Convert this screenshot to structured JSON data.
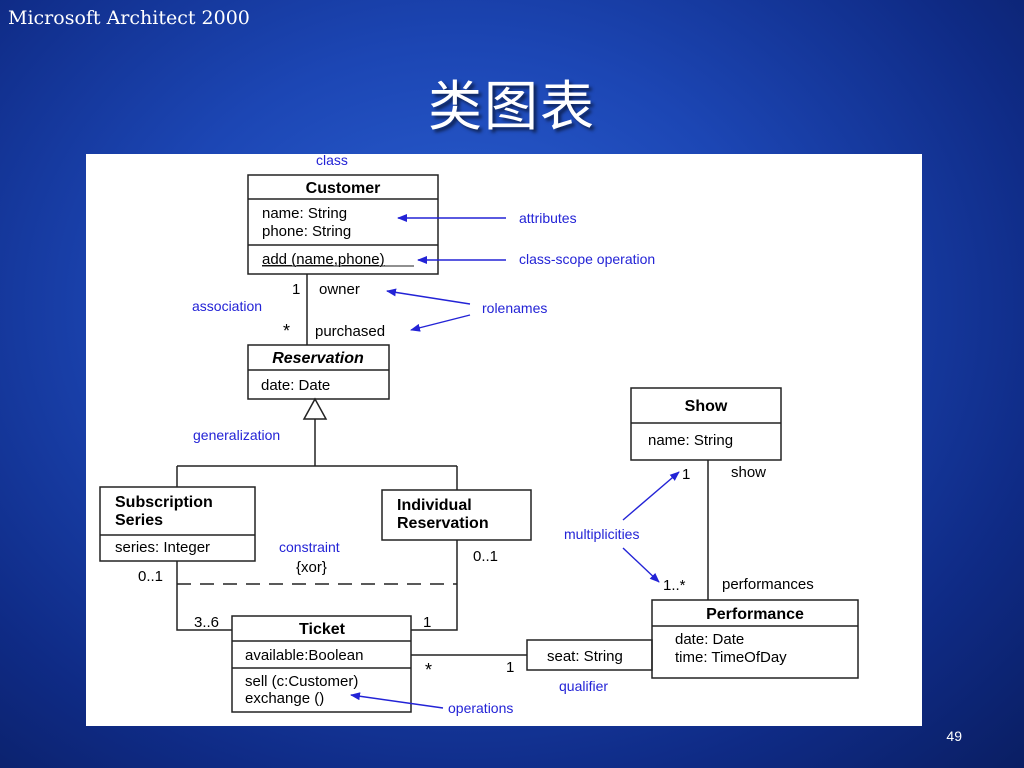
{
  "slide": {
    "header": "Microsoft Architect 2000",
    "title": "类图表",
    "page_number": "49"
  },
  "diagram": {
    "classes": {
      "customer": {
        "name": "Customer",
        "attributes": [
          "name: String",
          "phone: String"
        ],
        "operations": [
          "add (name,phone)"
        ]
      },
      "reservation": {
        "name": "Reservation",
        "attributes": [
          "date: Date"
        ]
      },
      "show": {
        "name": "Show",
        "attributes": [
          "name: String"
        ]
      },
      "subscription": {
        "name_lines": [
          "Subscription",
          "Series"
        ],
        "attributes": [
          "series: Integer"
        ]
      },
      "individual": {
        "name_lines": [
          "Individual",
          "Reservation"
        ]
      },
      "ticket": {
        "name": "Ticket",
        "attributes": [
          "available:Boolean"
        ],
        "operations": [
          "sell (c:Customer)",
          "exchange ()"
        ]
      },
      "performance": {
        "name": "Performance",
        "attributes": [
          "date: Date",
          "time: TimeOfDay"
        ]
      },
      "qualifier_box": "seat: String"
    },
    "labels": {
      "owner": "owner",
      "purchased": "purchased",
      "one_owner": "1",
      "star_purchased": "*",
      "show": "show",
      "one_show": "1",
      "performances": "performances",
      "one_many": "1..*",
      "sub_mult": "0..1",
      "ind_mult": "0..1",
      "three_six": "3..6",
      "ticket_one_right": "1",
      "ticket_star": "*",
      "qualifier_one": "1",
      "xor": "{xor}"
    },
    "annotations": {
      "class": "class",
      "attributes": "attributes",
      "class_scope_operation": "class-scope operation",
      "association": "association",
      "rolenames": "rolenames",
      "generalization": "generalization",
      "multiplicities": "multiplicities",
      "constraint": "constraint",
      "qualifier": "qualifier",
      "operations": "operations"
    }
  }
}
